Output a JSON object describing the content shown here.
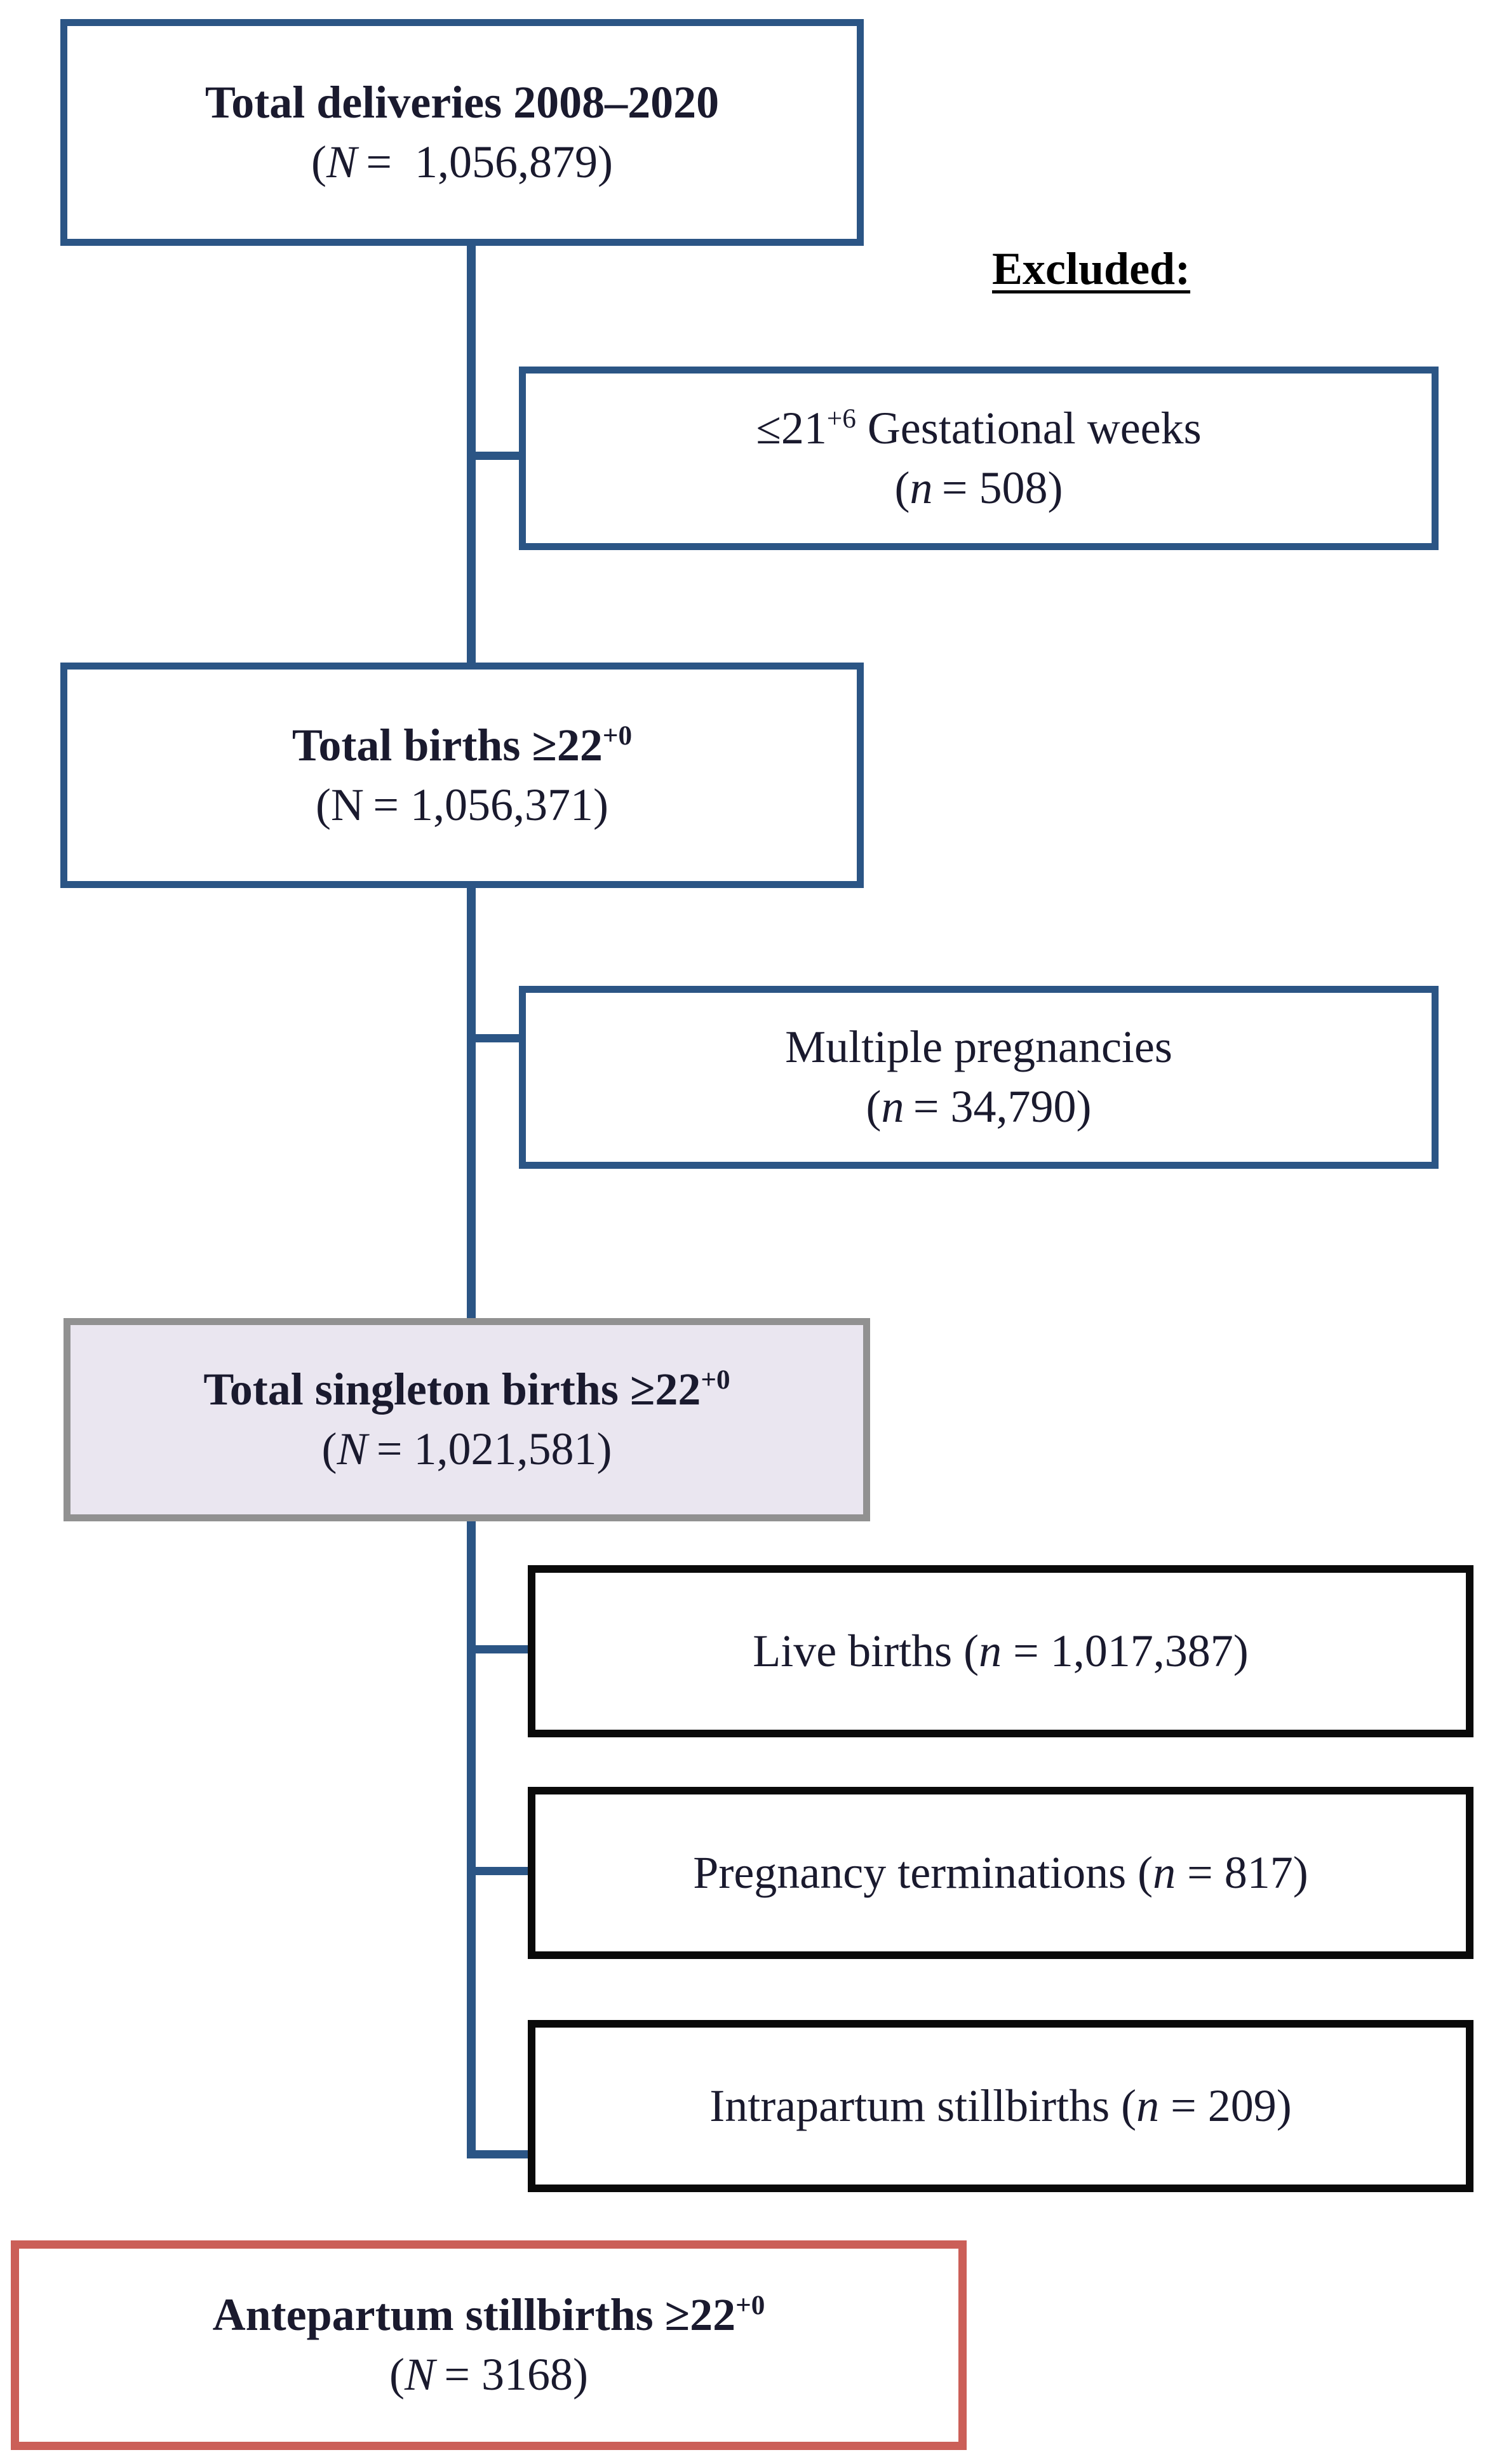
{
  "figure": {
    "type": "flowchart",
    "description": "Study population selection flow diagram for deliveries 2008-2020"
  },
  "labels": {
    "excluded": "Excluded:"
  },
  "colors": {
    "blue_border": "#2B5585",
    "black_border": "#0A0A0A",
    "gray_border": "#919191",
    "gray_fill": "#EAE6F0",
    "red_border": "#CB5F58",
    "connector": "#2B5585"
  },
  "nodes": [
    {
      "id": "total-deliveries",
      "title": "Total deliveries 2008–2020",
      "count_prefix": "(N = ",
      "count_value": "1,056,879",
      "count_suffix": ")",
      "n_symbol": "N",
      "style": "blue"
    },
    {
      "id": "excluded-gestational-weeks",
      "title_pre": "≤21",
      "title_sup": "+6",
      "title_post": " Gestational weeks",
      "count_prefix": "(n = ",
      "count_value": "508",
      "count_suffix": ")",
      "n_symbol": "n",
      "style": "blue"
    },
    {
      "id": "total-births",
      "title_pre": "Total births ≥22",
      "title_sup": "+0",
      "title_post": "",
      "count_prefix": "(N = ",
      "count_value": "1,056,371",
      "count_suffix": ")",
      "n_symbol": "N",
      "style": "blue"
    },
    {
      "id": "excluded-multiple-pregnancies",
      "title": "Multiple pregnancies",
      "count_prefix": "(n = ",
      "count_value": "34,790",
      "count_suffix": ")",
      "n_symbol": "n",
      "style": "blue"
    },
    {
      "id": "total-singleton-births",
      "title_pre": "Total singleton births ≥22",
      "title_sup": "+0",
      "title_post": "",
      "count_prefix": "(N = ",
      "count_value": "1,021,581",
      "count_suffix": ")",
      "n_symbol": "N",
      "style": "gray"
    },
    {
      "id": "live-births",
      "text_pre": "Live births (",
      "n_symbol": "n",
      "text_post": " = 1,017,387)",
      "style": "black"
    },
    {
      "id": "pregnancy-terminations",
      "text_pre": "Pregnancy terminations (",
      "n_symbol": "n",
      "text_post": " = 817)",
      "style": "black"
    },
    {
      "id": "intrapartum-stillbirths",
      "text_pre": "Intrapartum stillbirths (",
      "n_symbol": "n",
      "text_post": " = 209)",
      "style": "black"
    },
    {
      "id": "antepartum-stillbirths",
      "title_pre": "Antepartum stillbirths ≥22",
      "title_sup": "+0",
      "title_post": "",
      "count_prefix": "(N = ",
      "count_value": "3168",
      "count_suffix": ")",
      "n_symbol": "N",
      "style": "red"
    }
  ],
  "chart_data": {
    "type": "flowchart",
    "title": "Study flow diagram",
    "steps": [
      {
        "label": "Total deliveries 2008–2020",
        "symbol": "N",
        "value": 1056879
      },
      {
        "label": "≤21+6 Gestational weeks (excluded)",
        "symbol": "n",
        "value": 508
      },
      {
        "label": "Total births ≥22+0",
        "symbol": "N",
        "value": 1056371
      },
      {
        "label": "Multiple pregnancies (excluded)",
        "symbol": "n",
        "value": 34790
      },
      {
        "label": "Total singleton births ≥22+0",
        "symbol": "N",
        "value": 1021581
      },
      {
        "label": "Live births",
        "symbol": "n",
        "value": 1017387
      },
      {
        "label": "Pregnancy terminations",
        "symbol": "n",
        "value": 817
      },
      {
        "label": "Intrapartum stillbirths",
        "symbol": "n",
        "value": 209
      },
      {
        "label": "Antepartum stillbirths ≥22+0",
        "symbol": "N",
        "value": 3168
      }
    ]
  }
}
